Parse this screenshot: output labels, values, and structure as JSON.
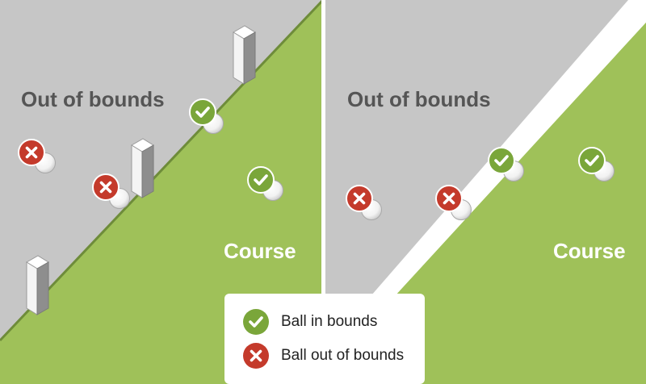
{
  "left_panel": {
    "out_of_bounds_label": "Out of bounds",
    "course_label": "Course"
  },
  "right_panel": {
    "out_of_bounds_label": "Out of bounds",
    "course_label": "Course"
  },
  "legend": {
    "items": [
      {
        "icon": "check-circle-icon",
        "label": "Ball in bounds"
      },
      {
        "icon": "x-circle-icon",
        "label": "Ball out of bounds"
      }
    ]
  },
  "colors": {
    "out_of_bounds": "#c6c6c6",
    "course": "#9fc159",
    "boundary_line_dark": "#6e8c3a",
    "in_bounds_marker": "#7aa63a",
    "out_of_bounds_marker": "#c43a2b",
    "region_text_dark": "#555555",
    "region_text_light": "#ffffff"
  }
}
